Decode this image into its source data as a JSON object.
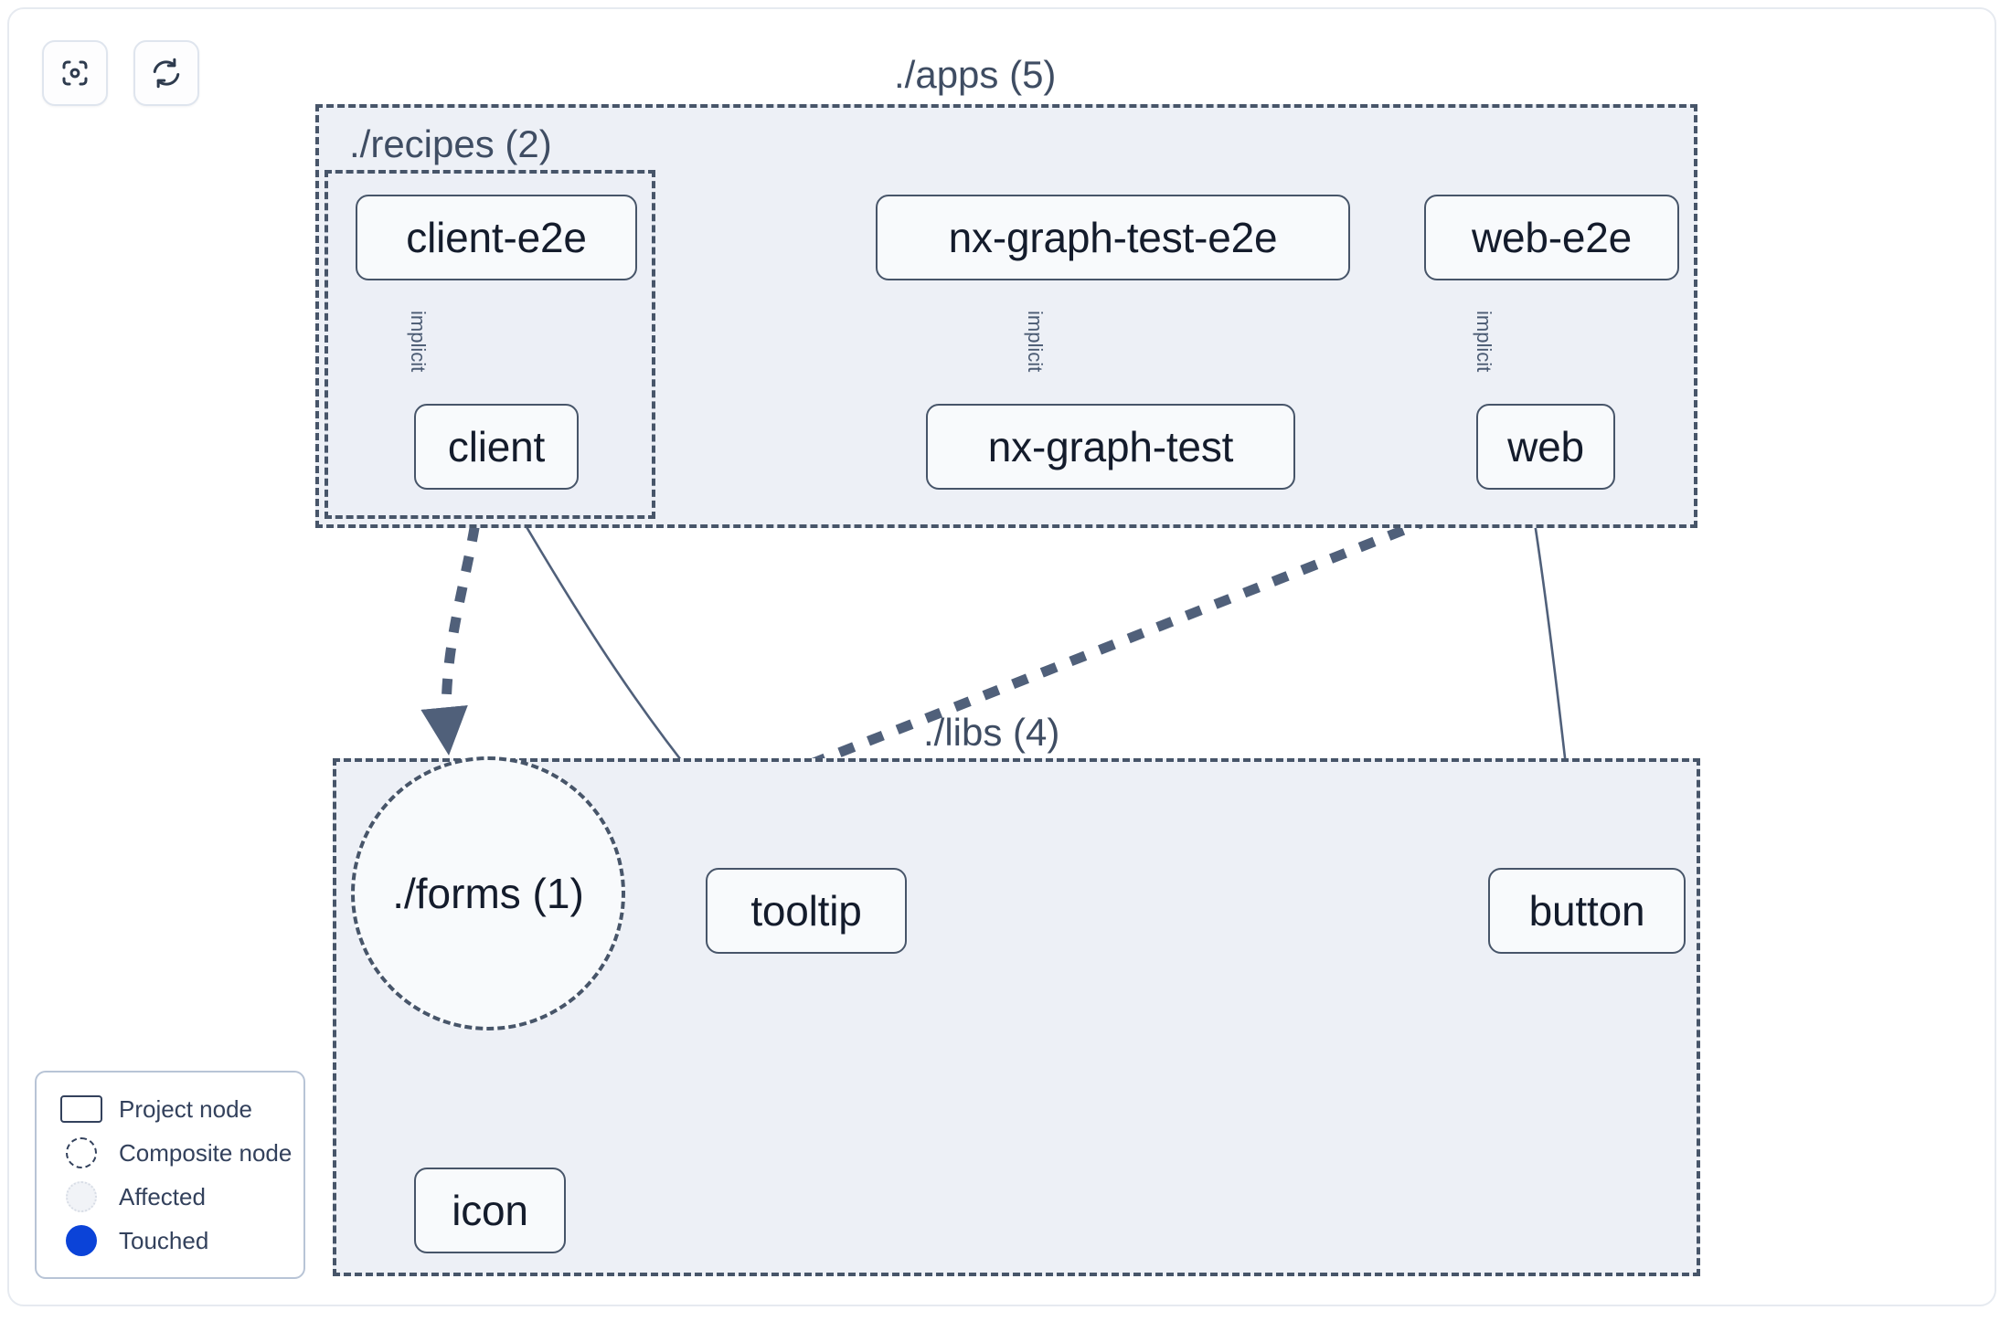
{
  "toolbar": {
    "buttons": [
      {
        "name": "focus-graph-button",
        "icon": "focus-target-icon",
        "title": "Focus graph"
      },
      {
        "name": "refresh-graph-button",
        "icon": "refresh-icon",
        "title": "Refresh graph"
      }
    ]
  },
  "graph": {
    "groups": [
      {
        "id": "apps",
        "label": "./apps (5)"
      },
      {
        "id": "recipes",
        "label": "./recipes (2)"
      },
      {
        "id": "libs",
        "label": "./libs (4)"
      }
    ],
    "nodes": [
      {
        "id": "client-e2e",
        "label": "client-e2e",
        "shape": "rect"
      },
      {
        "id": "nx-graph-test-e2e",
        "label": "nx-graph-test-e2e",
        "shape": "rect"
      },
      {
        "id": "web-e2e",
        "label": "web-e2e",
        "shape": "rect"
      },
      {
        "id": "client",
        "label": "client",
        "shape": "rect"
      },
      {
        "id": "nx-graph-test",
        "label": "nx-graph-test",
        "shape": "rect"
      },
      {
        "id": "web",
        "label": "web",
        "shape": "rect"
      },
      {
        "id": "forms",
        "label": "./forms (1)",
        "shape": "composite-circle"
      },
      {
        "id": "tooltip",
        "label": "tooltip",
        "shape": "rect"
      },
      {
        "id": "button",
        "label": "button",
        "shape": "rect"
      },
      {
        "id": "icon",
        "label": "icon",
        "shape": "rect"
      }
    ],
    "edges": [
      {
        "from": "client-e2e",
        "to": "client",
        "label": "implicit",
        "style": "solid"
      },
      {
        "from": "nx-graph-test-e2e",
        "to": "nx-graph-test",
        "label": "implicit",
        "style": "solid"
      },
      {
        "from": "web-e2e",
        "to": "web",
        "label": "implicit",
        "style": "solid"
      },
      {
        "from": "client",
        "to": "forms",
        "label": "",
        "style": "dashed"
      },
      {
        "from": "client",
        "to": "tooltip",
        "label": "",
        "style": "solid"
      },
      {
        "from": "web",
        "to": "forms",
        "label": "",
        "style": "dashed"
      },
      {
        "from": "web",
        "to": "button",
        "label": "",
        "style": "solid"
      },
      {
        "from": "forms",
        "to": "icon",
        "label": "",
        "style": "dashed"
      }
    ]
  },
  "legend": {
    "items": [
      {
        "swatch": "project-node-swatch",
        "label": "Project node"
      },
      {
        "swatch": "composite-node-swatch",
        "label": "Composite node"
      },
      {
        "swatch": "affected-swatch",
        "label": "Affected"
      },
      {
        "swatch": "touched-swatch",
        "label": "Touched"
      }
    ]
  },
  "colors": {
    "node_border": "#475569",
    "node_fill": "#f8fafc",
    "group_fill": "#edf0f6",
    "group_border": "#475569",
    "edge": "#4a5a72",
    "touched": "#0b43d8",
    "text": "#141c2c",
    "panel_border": "#e6eaf0"
  }
}
